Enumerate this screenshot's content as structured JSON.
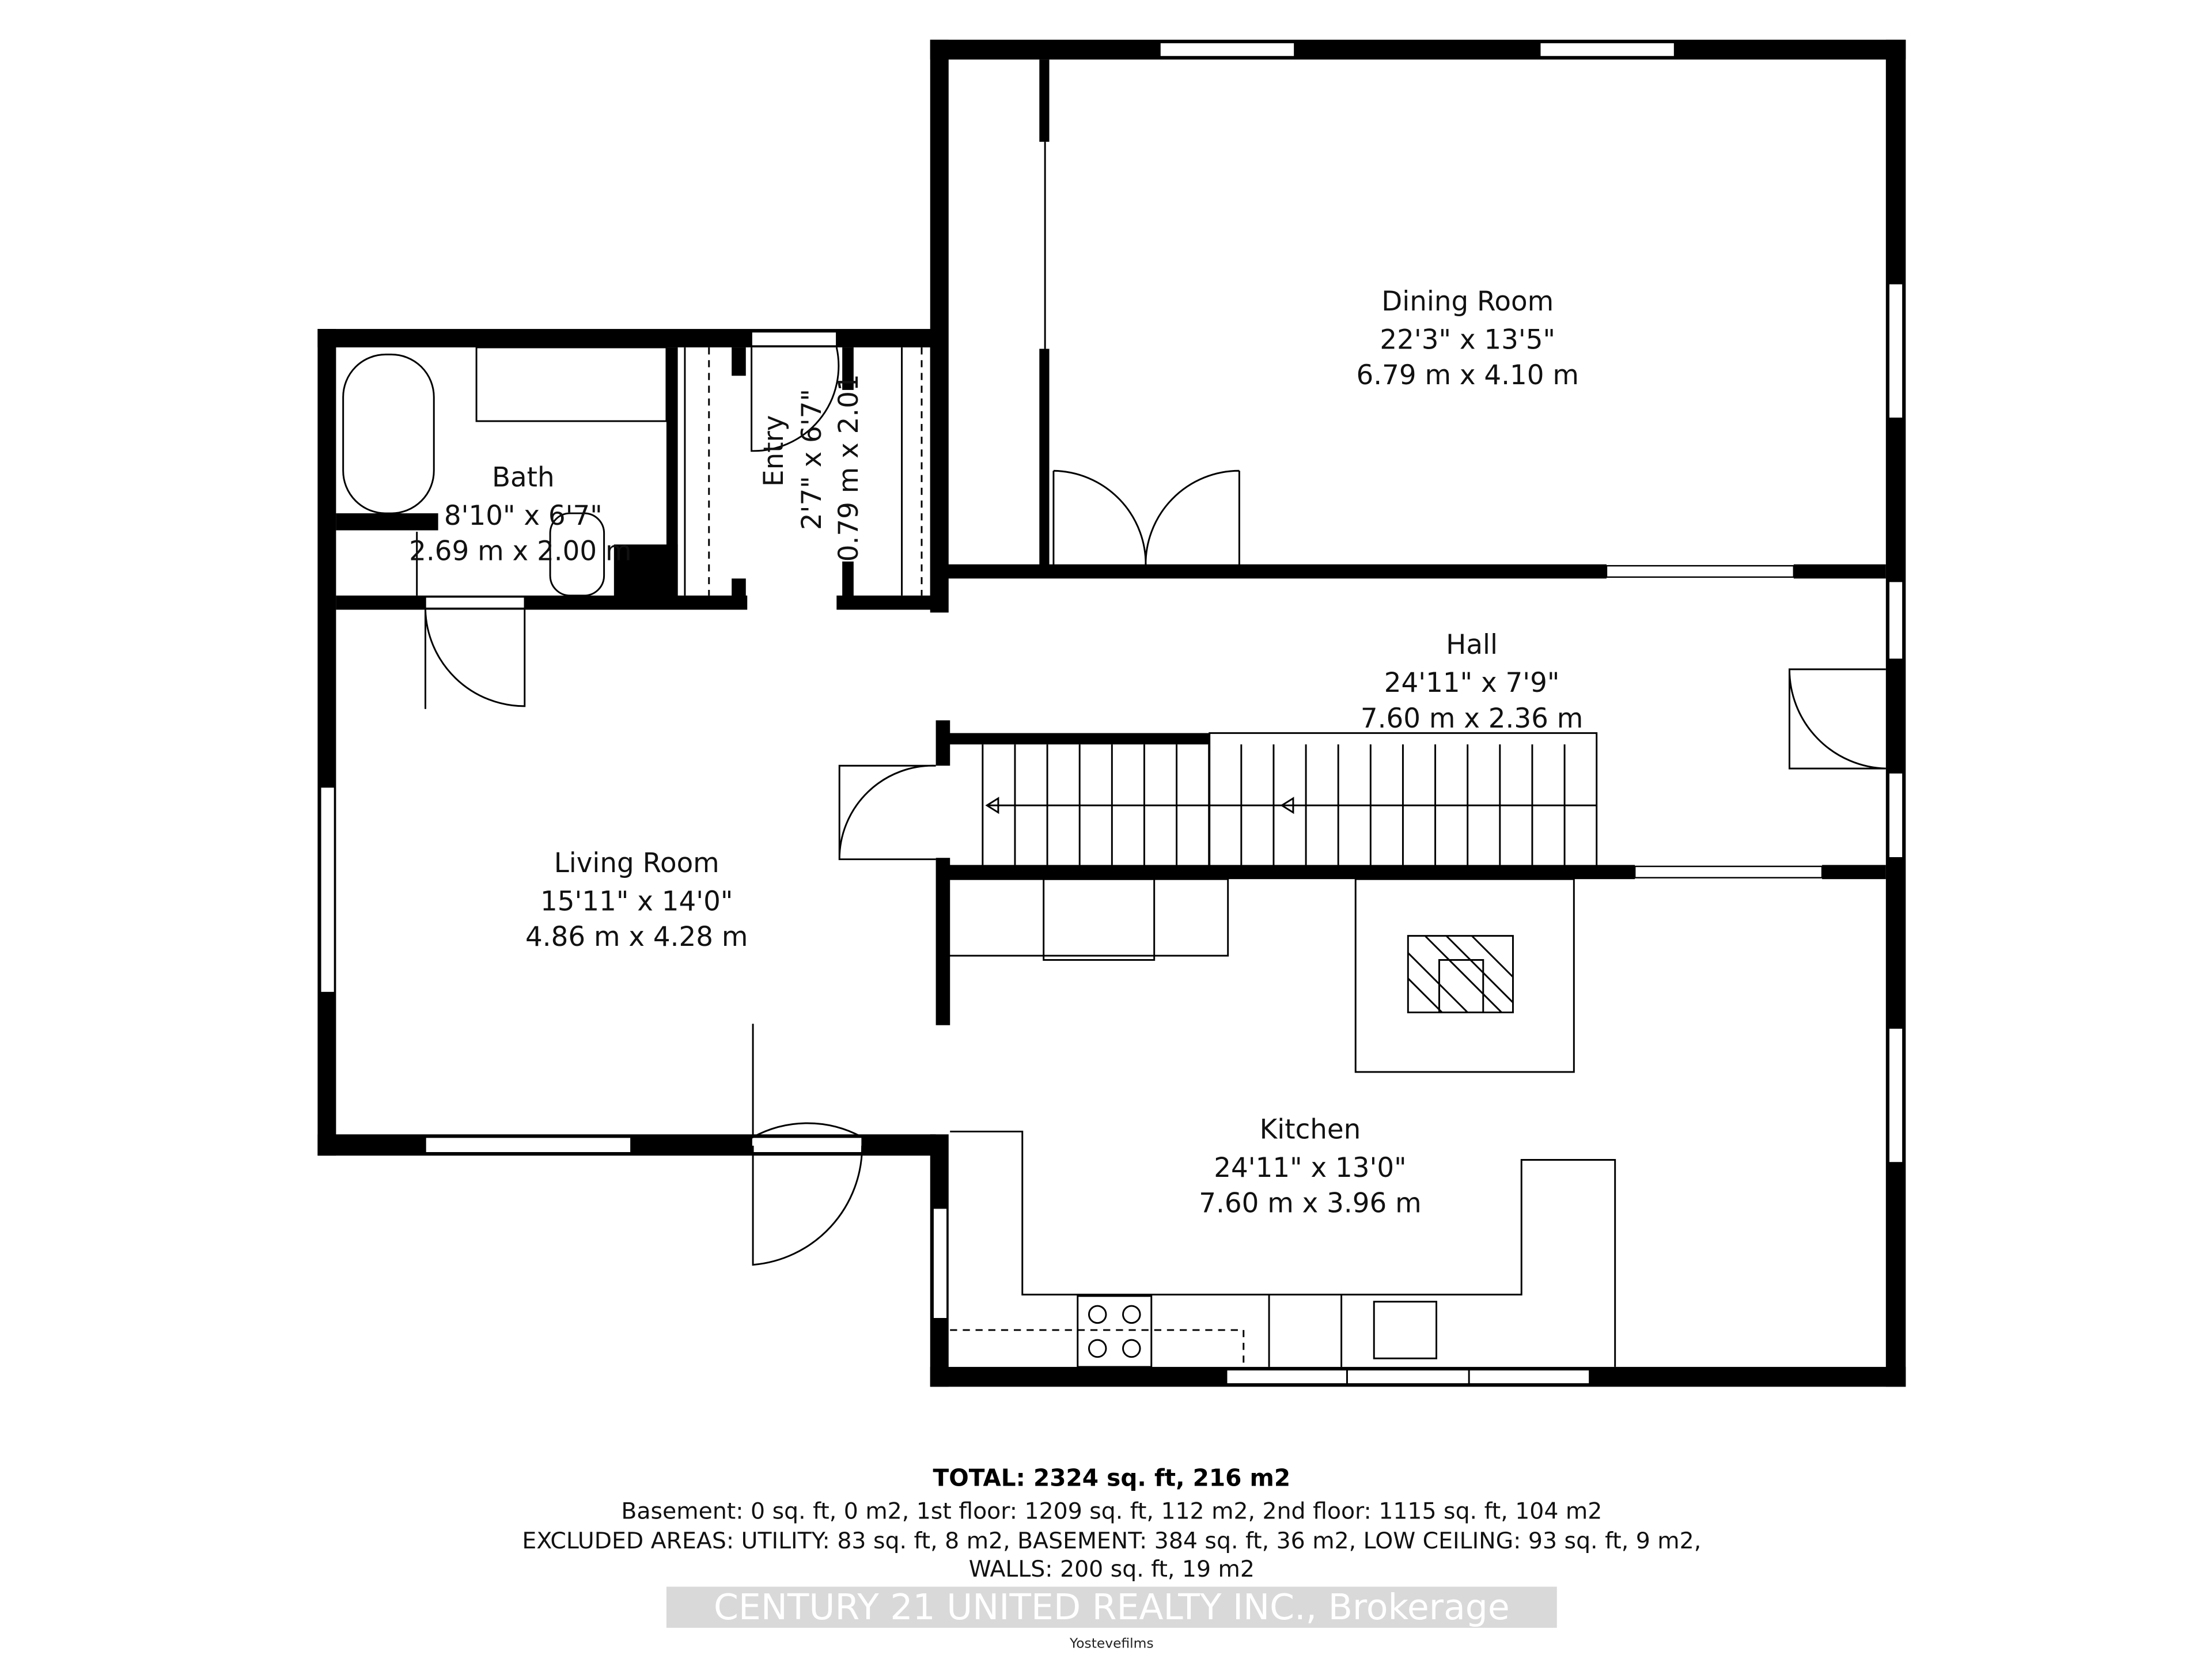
{
  "rooms": {
    "dining": {
      "name": "Dining Room",
      "imperial": "22'3\" x 13'5\"",
      "metric": "6.79 m x 4.10 m"
    },
    "hall": {
      "name": "Hall",
      "imperial": "24'11\" x 7'9\"",
      "metric": "7.60 m x 2.36 m"
    },
    "bath": {
      "name": "Bath",
      "imperial": "8'10\" x 6'7\"",
      "metric": "2.69 m x 2.00 m"
    },
    "entry": {
      "name": "Entry",
      "imperial": "2'7\" x 6'7\"",
      "metric": "0.79 m x 2.01"
    },
    "living": {
      "name": "Living Room",
      "imperial": "15'11\" x 14'0\"",
      "metric": "4.86 m x 4.28 m"
    },
    "kitchen": {
      "name": "Kitchen",
      "imperial": "24'11\" x 13'0\"",
      "metric": "7.60 m x 3.96 m"
    }
  },
  "summary": {
    "total": "TOTAL: 2324 sq. ft, 216 m2",
    "floors": "Basement: 0 sq. ft, 0 m2, 1st floor: 1209 sq. ft, 112 m2, 2nd floor: 1115 sq. ft, 104 m2",
    "excluded": "EXCLUDED AREAS: UTILITY: 83 sq. ft, 8 m2, BASEMENT: 384 sq. ft, 36 m2, LOW CEILING: 93 sq. ft, 9 m2,",
    "walls": "WALLS: 200 sq. ft, 19 m2"
  },
  "watermark": "CENTURY 21 UNITED REALTY INC., Brokerage",
  "credit": "Yostevefilms",
  "colors": {
    "wall": "#000000",
    "background": "#ffffff"
  }
}
